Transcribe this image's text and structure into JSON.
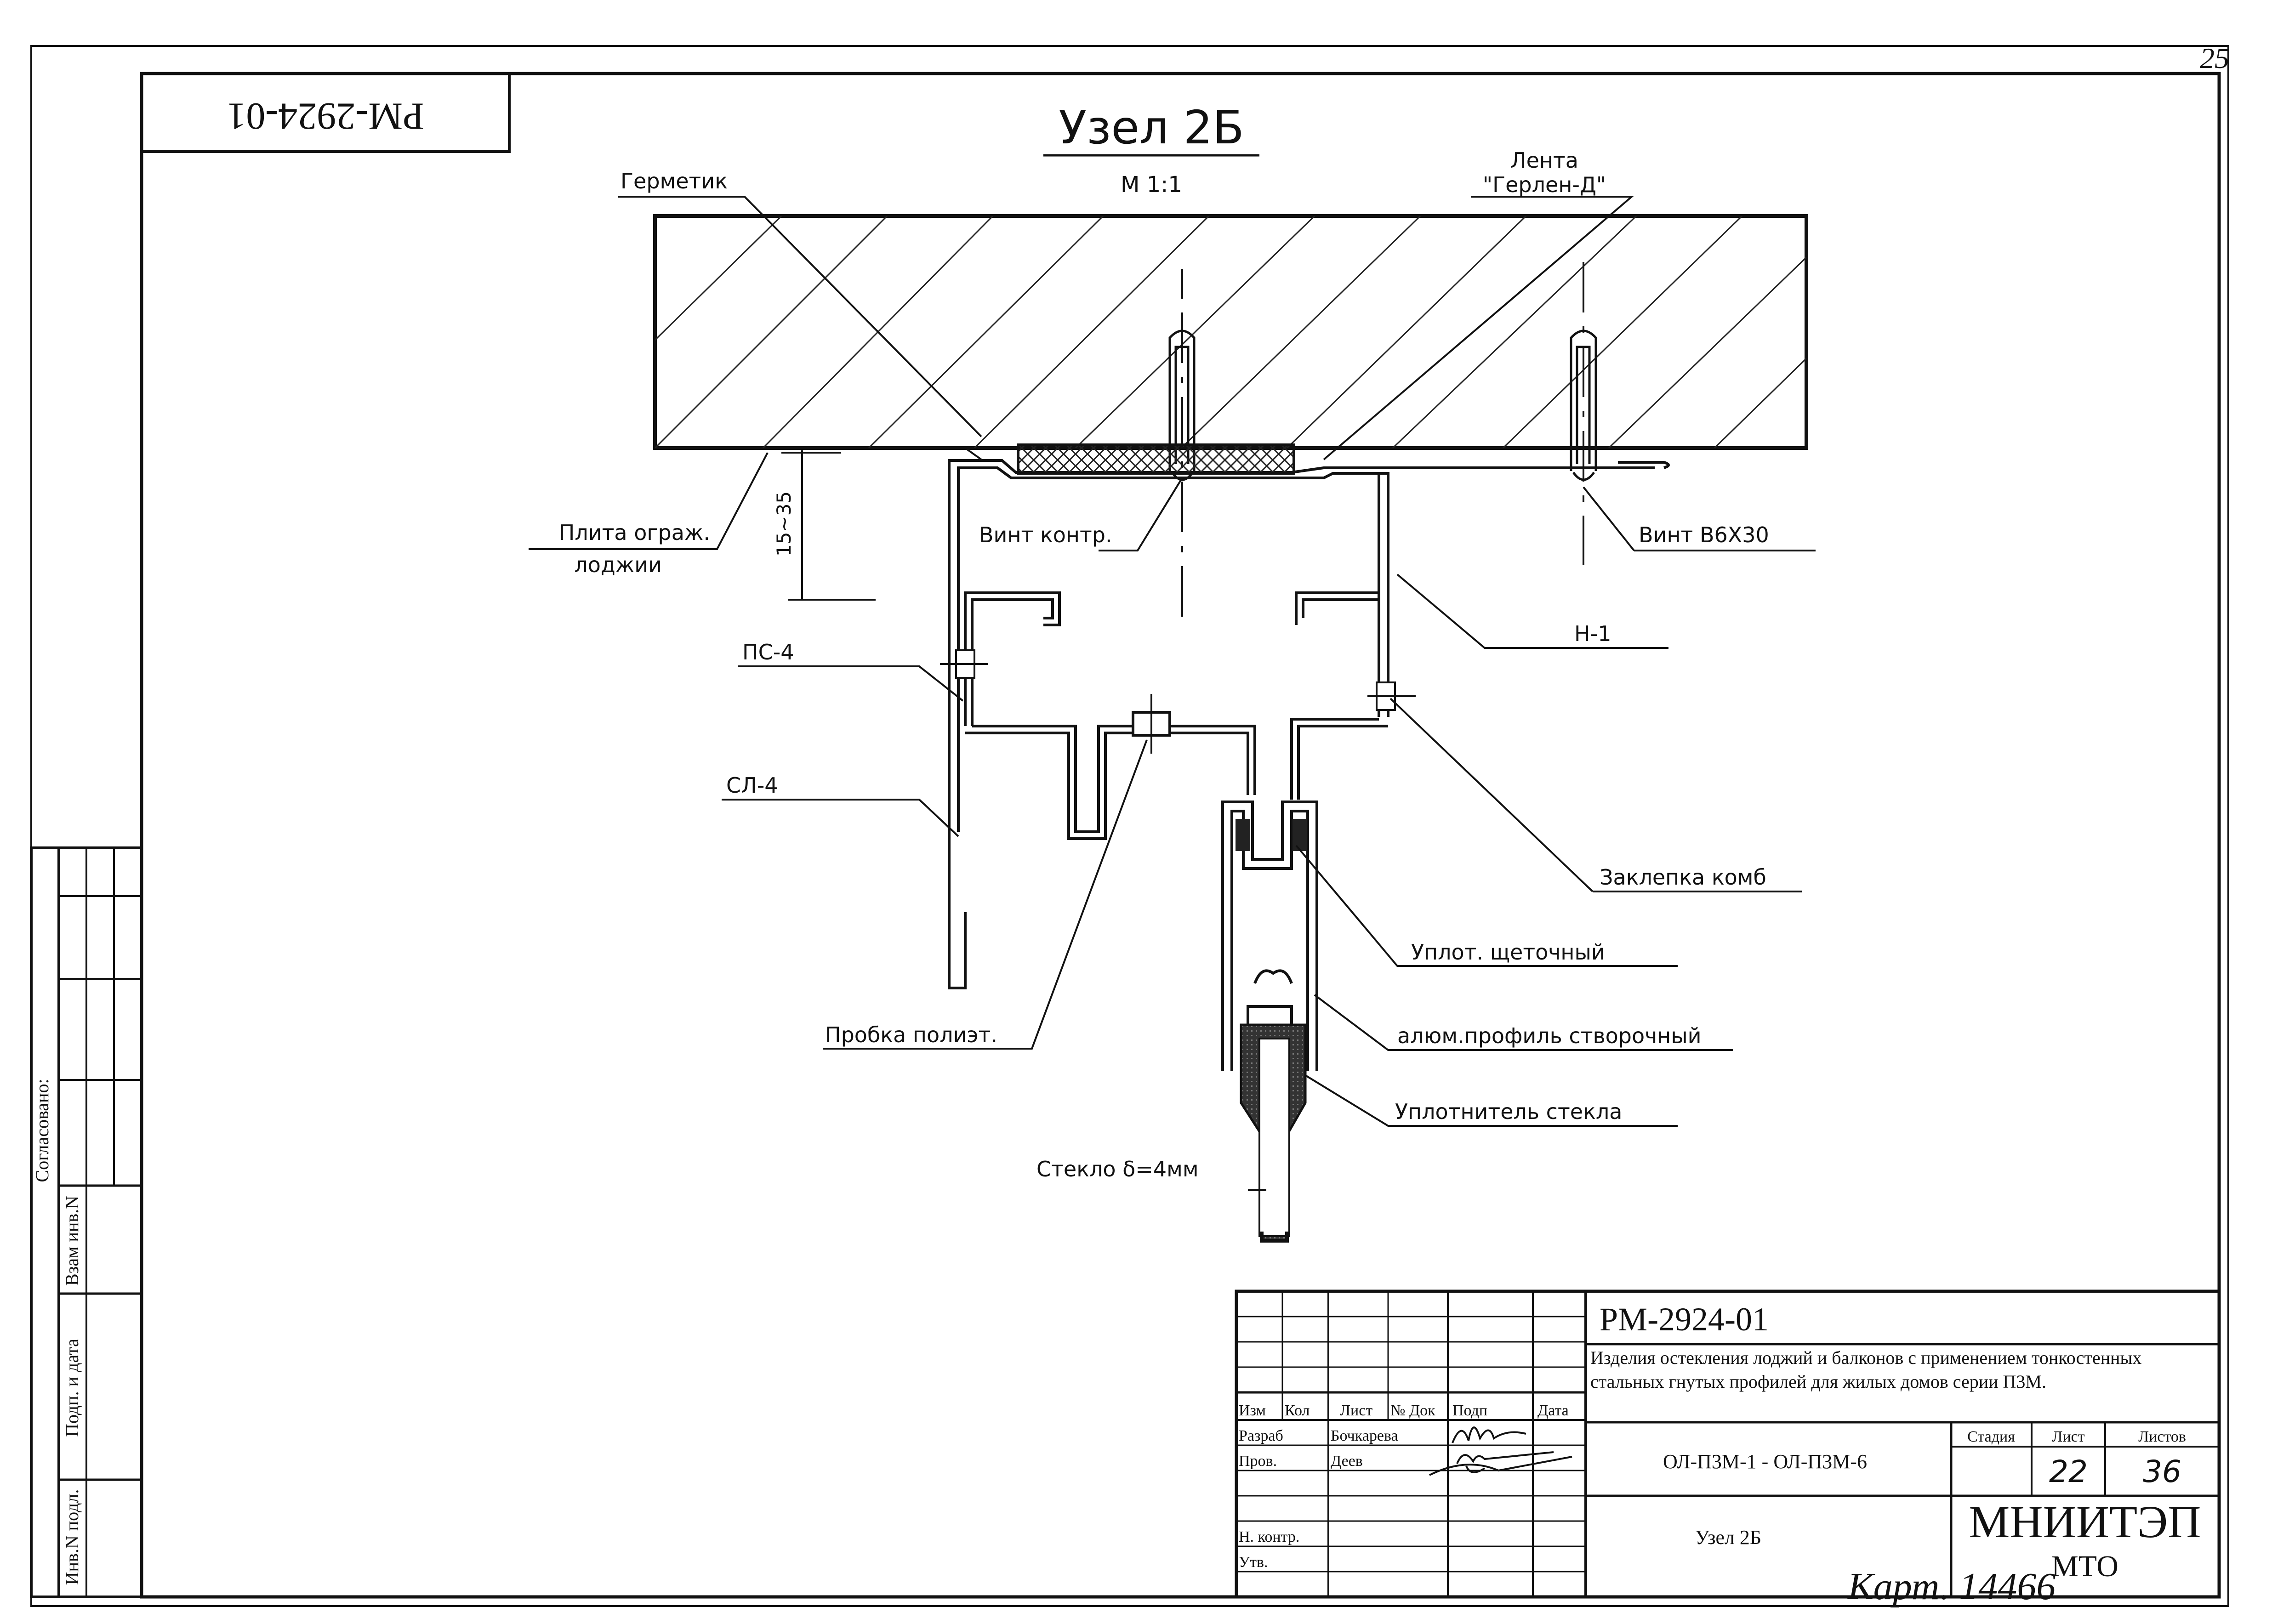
{
  "page_number": "25",
  "stamp_code": "РМ-2924-01",
  "title": "Узел 2Б",
  "scale": "М 1:1",
  "callouts": {
    "germetik": "Герметик",
    "lenta_1": "Лента",
    "lenta_2": "\"Герлен-Д\"",
    "plita_1": "Плита ограж.",
    "plita_2": "лоджии",
    "dim_gap": "15~35",
    "vint_kontr": "Винт контр.",
    "vint_b6": "Винт В6Х30",
    "n1": "Н-1",
    "ps4": "ПС-4",
    "sl4": "СЛ-4",
    "zaklepka": "Заклепка комб",
    "uplot_schet": "Уплот. щеточный",
    "probka": "Пробка полиэт.",
    "alum_profil": "алюм.профиль створочный",
    "uplotnitel": "Уплотнитель стекла",
    "steklo": "Стекло δ=4мм"
  },
  "side_stamp": {
    "soglasovano": "Согласовано:",
    "vzam_inv": "Взам инв.N",
    "podp_data": "Подп. и дата",
    "inv_podl": "Инв.N подл."
  },
  "title_block": {
    "code": "РМ-2924-01",
    "description": "Изделия остекления лоджий и балконов с применением тонкостенных стальных гнутых профилей для жилых домов серии П3М.",
    "headers": {
      "izm": "Изм",
      "kol": "Кол",
      "list": "Лист",
      "ndok": "№ Док",
      "podp": "Подп",
      "data": "Дата"
    },
    "razrab_label": "Разраб",
    "razrab_name": "Бочкарева",
    "prov_label": "Пров.",
    "prov_name": "Деев",
    "nkontr_label": "Н. контр.",
    "utv_label": "Утв.",
    "product_range": "ОЛ-П3М-1 - ОЛ-П3М-6",
    "sheet_title": "Узел 2Б",
    "stadiya_label": "Стадия",
    "list_label": "Лист",
    "listov_label": "Листов",
    "list_value": "22",
    "listov_value": "36",
    "org": "МНИИТЭП",
    "dept": "МТО",
    "handwritten_note": "Карт. 14466"
  }
}
